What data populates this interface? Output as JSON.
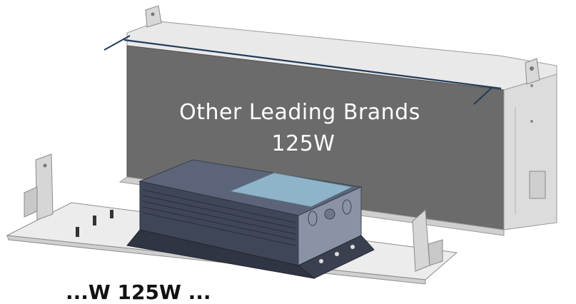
{
  "caption": {
    "line1": "Other Leading Brands",
    "line2": "125W"
  },
  "bottom_caption": "...W 125W ...",
  "colors": {
    "big_box_face": "#6b6b6b",
    "big_box_top": "#e6e6e6",
    "small_unit_body": "#4c5568",
    "small_unit_window": "#8fb3c8",
    "base_plate": "#ececec",
    "callout_line": "#1f3b57"
  }
}
